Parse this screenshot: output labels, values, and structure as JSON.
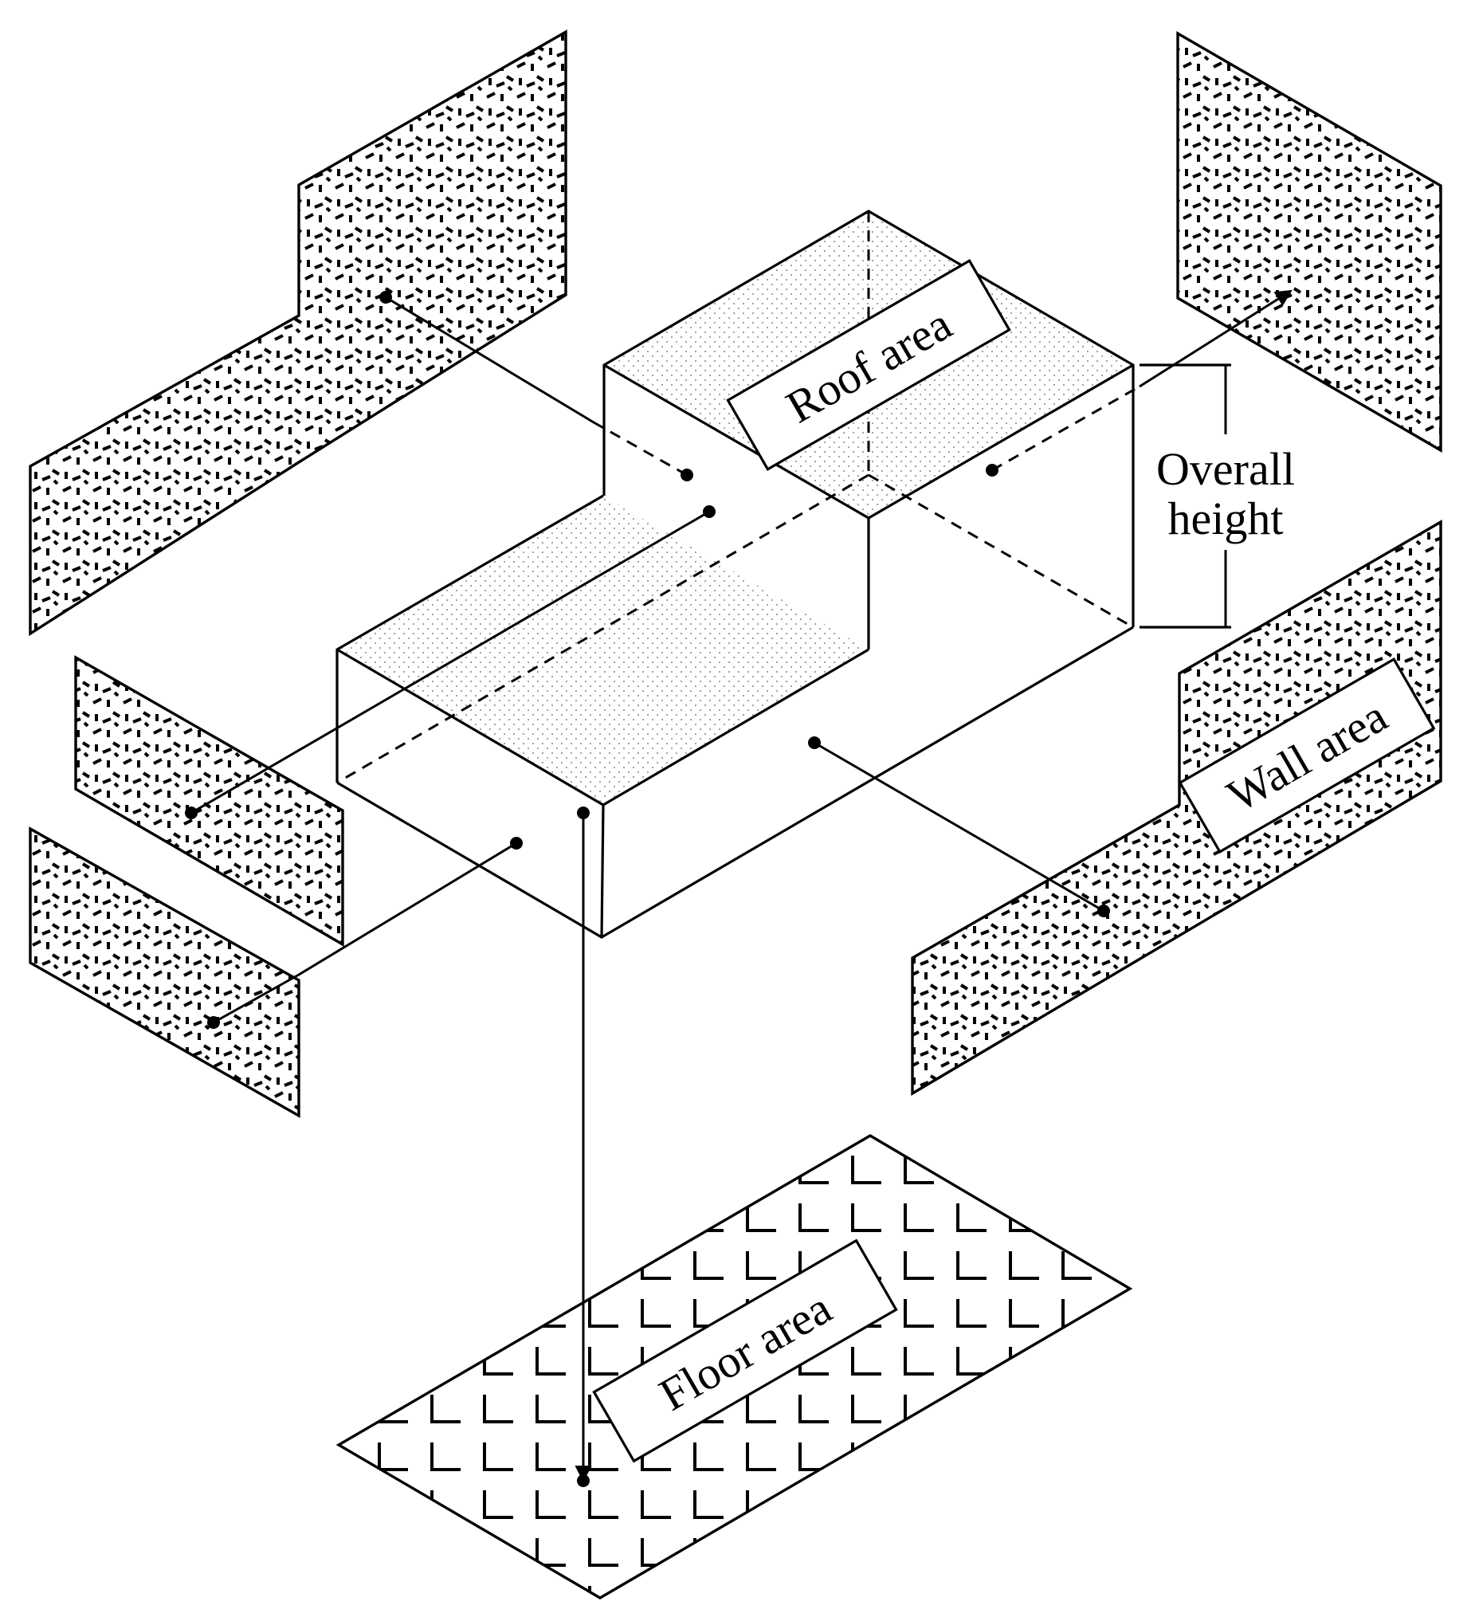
{
  "labels": {
    "roof": "Roof area",
    "wall": "Wall area",
    "floor": "Floor area",
    "height_line1": "Overall",
    "height_line2": "height"
  },
  "colors": {
    "ink": "#000000",
    "background": "#ffffff"
  }
}
